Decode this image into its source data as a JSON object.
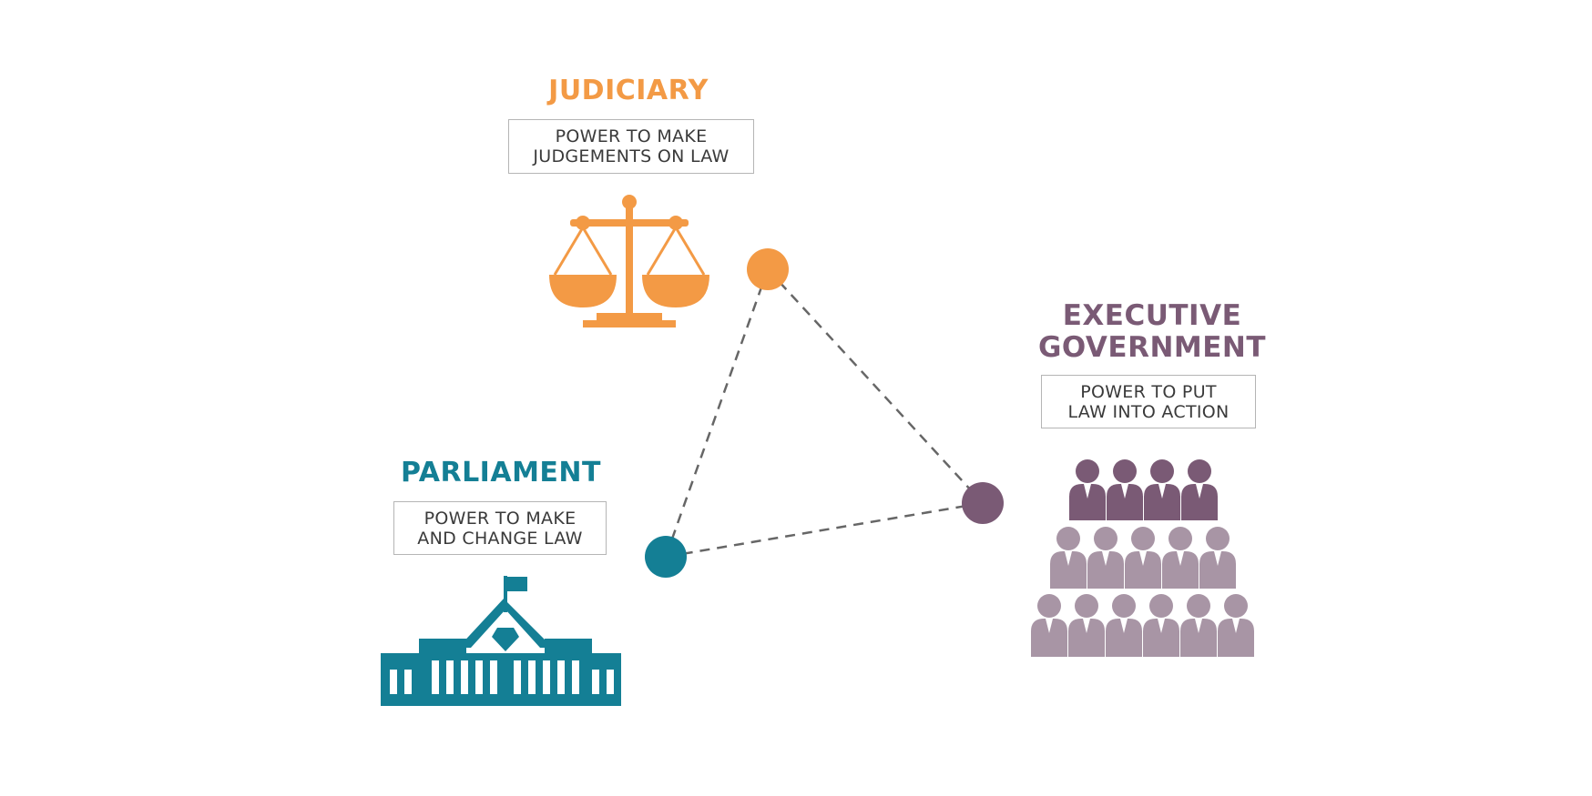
{
  "colors": {
    "judiciary": "#f39a45",
    "parliament": "#147f95",
    "executive": "#7a5a75",
    "executive_light": "#a895a5",
    "box_border": "#b5b5b5",
    "connector": "#666666"
  },
  "judiciary": {
    "title": "JUDICIARY",
    "desc_line1": "POWER TO MAKE",
    "desc_line2": "JUDGEMENTS ON LAW",
    "icon": "scales-of-justice-icon"
  },
  "parliament": {
    "title": "PARLIAMENT",
    "desc_line1": "POWER TO MAKE",
    "desc_line2": "AND CHANGE LAW",
    "icon": "parliament-house-icon"
  },
  "executive": {
    "title_line1": "EXECUTIVE",
    "title_line2": "GOVERNMENT",
    "desc_line1": "POWER TO PUT",
    "desc_line2": "LAW INTO ACTION",
    "icon": "group-of-people-icon"
  }
}
